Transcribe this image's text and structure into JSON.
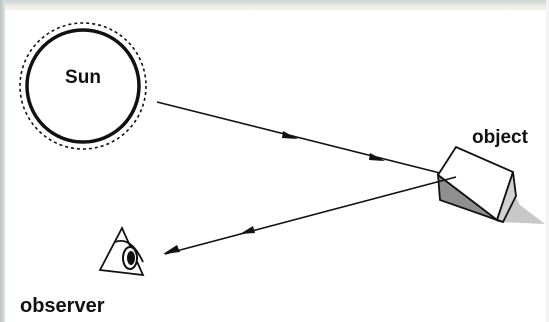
{
  "diagram": {
    "labels": {
      "sun": "Sun",
      "object": "object",
      "observer": "observer"
    },
    "colors": {
      "stroke": "#111111",
      "background": "#ffffff",
      "shadow": "#c8c8c8",
      "cube_front": "#ffffff",
      "cube_side": "#d0d0d0"
    },
    "icons": [
      "sun-circle",
      "cube-object",
      "eye-icon",
      "arrow-head"
    ]
  }
}
